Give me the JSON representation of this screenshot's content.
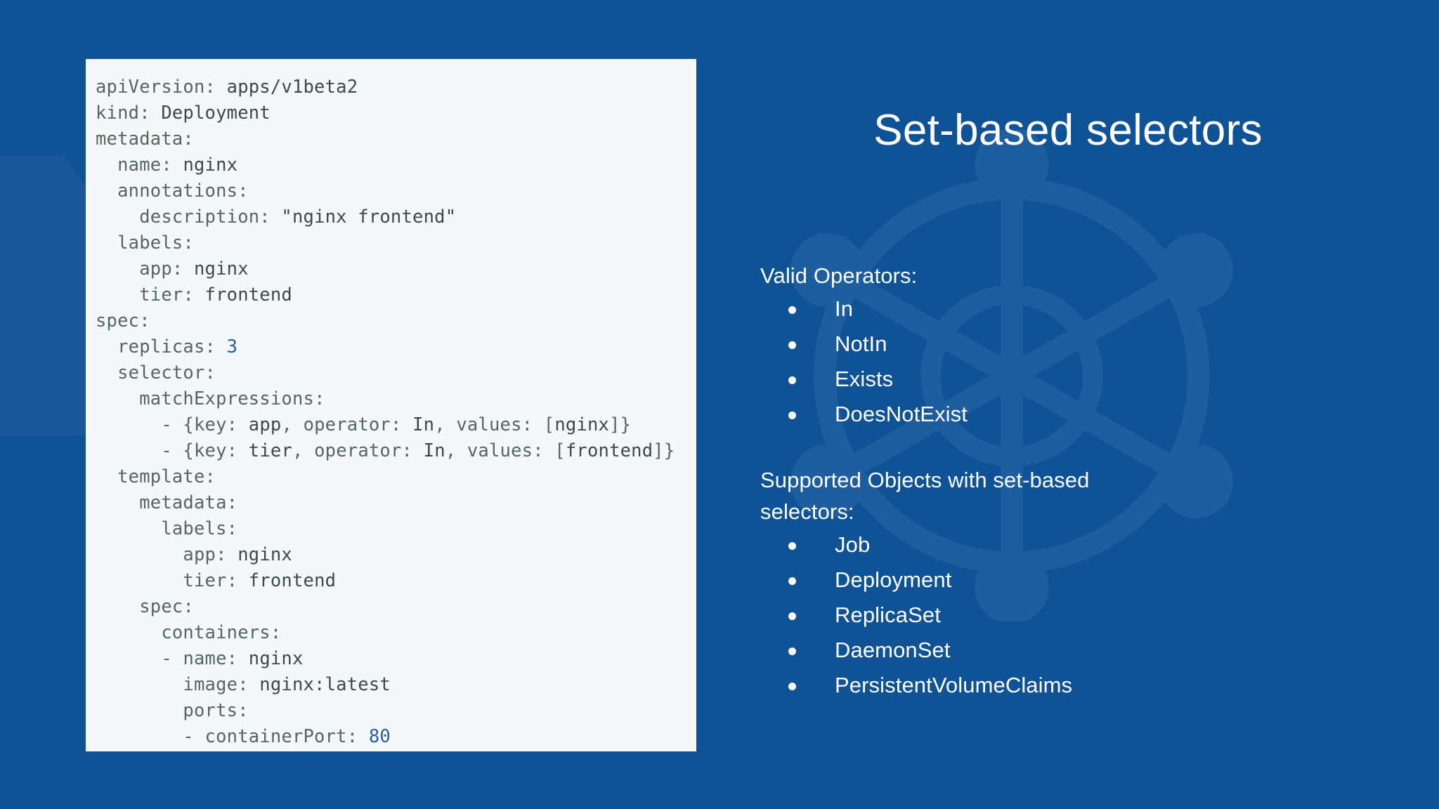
{
  "slide": {
    "title": "Set-based selectors",
    "background_color": "#0f5296",
    "panel_color": "#f5f8fa",
    "accent_light": "#1a5699",
    "accent_dark": "#0b3b6b",
    "text_color": "#ffffff"
  },
  "code_panel": {
    "language": "yaml",
    "lines": [
      "apiVersion: apps/v1beta2",
      "kind: Deployment",
      "metadata:",
      "  name: nginx",
      "  annotations:",
      "    description: \"nginx frontend\"",
      "  labels:",
      "    app: nginx",
      "    tier: frontend",
      "spec:",
      "  replicas: 3",
      "  selector:",
      "    matchExpressions:",
      "      - {key: app, operator: In, values: [nginx]}",
      "      - {key: tier, operator: In, values: [frontend]}",
      "  template:",
      "    metadata:",
      "      labels:",
      "        app: nginx",
      "        tier: frontend",
      "    spec:",
      "      containers:",
      "      - name: nginx",
      "        image: nginx:latest",
      "        ports:",
      "        - containerPort: 80"
    ]
  },
  "content": {
    "operators_heading": "Valid Operators:",
    "operators": [
      "In",
      "NotIn",
      "Exists",
      "DoesNotExist"
    ],
    "objects_heading_line1": "Supported Objects with set-based",
    "objects_heading_line2": "selectors:",
    "objects": [
      "Job",
      "Deployment",
      "ReplicaSet",
      "DaemonSet",
      "PersistentVolumeClaims"
    ]
  },
  "decorations": {
    "corner_shape": "diagonal-band-and-triangle",
    "watermark": "kubernetes-helm-wheel"
  }
}
